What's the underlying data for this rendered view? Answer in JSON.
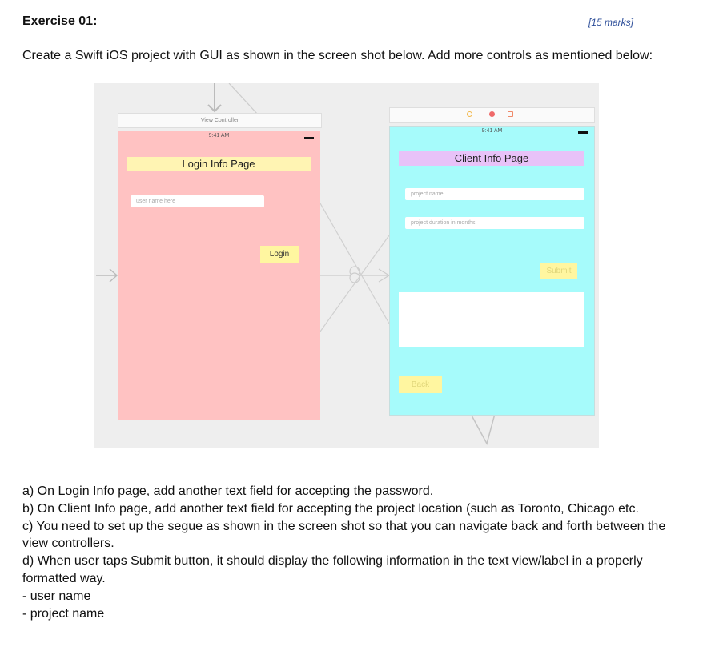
{
  "header": {
    "title": "Exercise 01:",
    "marks": "[15 marks]"
  },
  "intro": "Create a Swift iOS project with GUI as shown in the screen shot below. Add more controls as mentioned below:",
  "storyboard": {
    "login_scene": {
      "bar_label": "View Controller",
      "status_time": "9:41 AM",
      "title": "Login Info Page",
      "username_placeholder": "user name here",
      "login_button": "Login"
    },
    "client_scene": {
      "status_time": "9:41 AM",
      "title": "Client Info Page",
      "project_name_placeholder": "project name",
      "project_duration_placeholder": "project duration in months",
      "submit_button": "Submit",
      "back_button": "Back"
    },
    "colors": {
      "login_bg": "#ffc2c2",
      "client_bg": "#a6fbfb",
      "title_label_login": "#fff4b3",
      "title_label_client": "#e8c2f8",
      "button_bg": "#fff6a0"
    }
  },
  "questions": [
    "a) On Login Info page, add another text field for accepting the password.",
    "b) On Client Info page, add another text field for accepting the project location (such as Toronto, Chicago etc.",
    "c) You need to set up the segue as shown in the screen shot so that you can navigate back and forth between the view controllers.",
    "d) When user taps Submit button, it should display the following information in the text view/label in a properly formatted way.",
    "- user name",
    "- project name"
  ]
}
